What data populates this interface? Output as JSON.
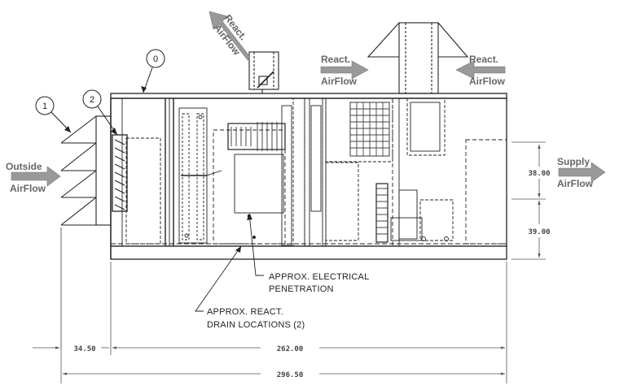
{
  "callouts": [
    {
      "id": "0",
      "label": "0"
    },
    {
      "id": "1",
      "label": "1"
    },
    {
      "id": "2",
      "label": "2"
    }
  ],
  "airflow": {
    "outside": [
      "Outside",
      "AirFlow"
    ],
    "supply": [
      "Supply",
      "AirFlow"
    ],
    "react_top_left": [
      "React.",
      "AirFlow"
    ],
    "react_center": [
      "React.",
      "AirFlow"
    ],
    "react_right": [
      "React.",
      "AirFlow"
    ]
  },
  "notes": {
    "electrical": [
      "APPROX. ELECTRICAL",
      "PENETRATION"
    ],
    "drain": [
      "APPROX. REACT.",
      "DRAIN LOCATIONS (2)"
    ]
  },
  "dimensions": {
    "upper_height": "38.00",
    "lower_height": "39.00",
    "hood_width": "34.50",
    "unit_length": "262.00",
    "overall_length": "296.50"
  },
  "colors": {
    "line": "#222222",
    "arrow_fill": "#888888",
    "dim_line": "#555555"
  }
}
